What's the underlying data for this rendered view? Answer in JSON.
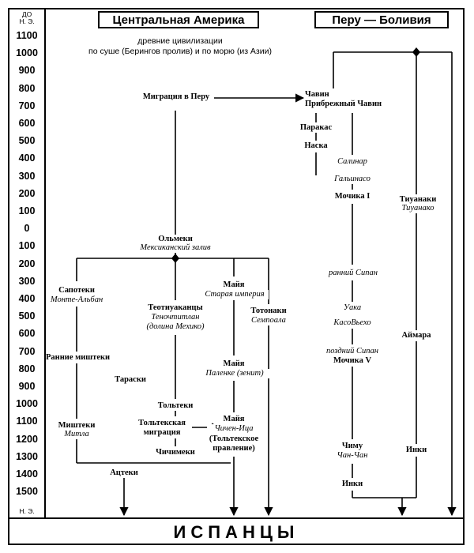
{
  "headers": {
    "central_america": "Центральная Америка",
    "peru_bolivia": "Перу — Боливия"
  },
  "axis": {
    "bc_label_1": "ДО",
    "bc_label_2": "Н. Э.",
    "ad_label": "Н. Э.",
    "ticks": [
      "1100",
      "1000",
      "900",
      "800",
      "700",
      "600",
      "500",
      "400",
      "300",
      "200",
      "100",
      "0",
      "100",
      "200",
      "300",
      "400",
      "500",
      "600",
      "700",
      "800",
      "900",
      "1000",
      "1100",
      "1200",
      "1300",
      "1400",
      "1500"
    ]
  },
  "footer": "ИСПАНЦЫ",
  "central": {
    "origins_line1": "древние цивилизации",
    "origins_line2": "по суше (Берингов пролив) и по морю (из Азии)",
    "migration_peru": "Миграция в Перу",
    "olmecs": "Ольмеки",
    "mexican_gulf": "Мексиканский залив",
    "zapotecs": "Сапотеки",
    "monte_alban": "Монте-Альбан",
    "teotihuacans": "Теотиуаканцы",
    "tenochtitlan": "Теночтитлан",
    "mexico_valley": "(долина Мехико)",
    "maya_old": "Майя",
    "old_empire": "Старая империя",
    "totonacs": "Тотонаки",
    "cempoala": "Семпоала",
    "early_mixtecs": "Ранние миштеки",
    "tarascans": "Тараски",
    "maya_palenque": "Майя",
    "palenque": "Паленке (зенит)",
    "toltecs": "Тольтеки",
    "mixtecs": "Миштеки",
    "mitla": "Митла",
    "toltec_migration_1": "Тольтекская",
    "toltec_migration_2": "миграция",
    "maya_chichen": "Майя",
    "chichen_itza": "Чичен-Ица",
    "toltec_rule_1": "(Тольтекское",
    "toltec_rule_2": "правление)",
    "chichimecs": "Чичимеки",
    "aztecs": "Ацтеки"
  },
  "peru": {
    "chavin": "Чавин",
    "coastal_chavin": "Прибрежный Чавин",
    "paracas": "Паракас",
    "nazca": "Наска",
    "salinar": "Салинар",
    "gallinazo": "Гальинасо",
    "mochica_1": "Мочика I",
    "tiwanaku_1": "Тиуанаки",
    "tiwanaku_2": "Тиуанако",
    "early_sipan": "ранний Сипан",
    "huaca": "Уака",
    "kasovyekho": "КасоВьехо",
    "late_sipan": "поздний Сипан",
    "mochica_5": "Мочика V",
    "aymara": "Аймара",
    "chimu": "Чиму",
    "chan_chan": "Чан-Чан",
    "inca_left": "Инки",
    "inca_right": "Инки"
  }
}
